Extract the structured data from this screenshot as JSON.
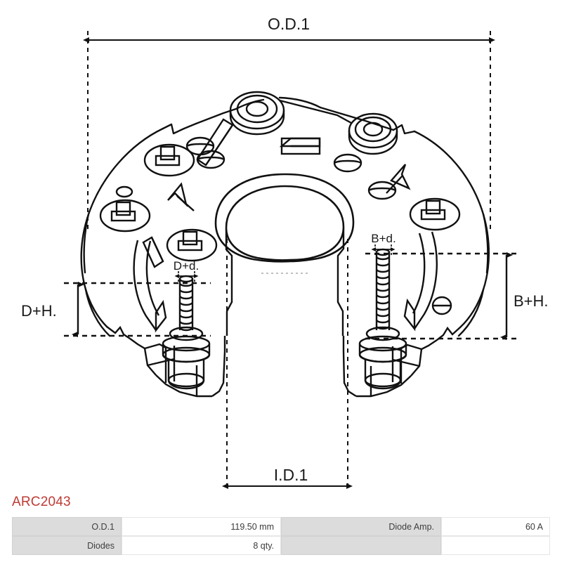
{
  "part": {
    "number": "ARC2043"
  },
  "drawing": {
    "title": "Rectifier assembly technical drawing",
    "dimension_labels": {
      "od1": "O.D.1",
      "id1": "I.D.1",
      "d_plus_h": "D+H.",
      "d_plus_d": "D+d.",
      "b_plus_h": "B+H.",
      "b_plus_d": "B+d."
    },
    "line_color": "#111111",
    "background": "#ffffff"
  },
  "specs": {
    "rows": [
      {
        "label_left": "O.D.1",
        "value_left": "119.50 mm",
        "label_right": "Diode Amp.",
        "value_right": "60 A"
      },
      {
        "label_left": "Diodes",
        "value_left": "8 qty.",
        "label_right": "",
        "value_right": ""
      }
    ]
  },
  "colors": {
    "accent": "#bf3a34",
    "label_cell": "#dcdcdc",
    "value_cell": "#ffffff",
    "border": "#e2e2e2"
  }
}
